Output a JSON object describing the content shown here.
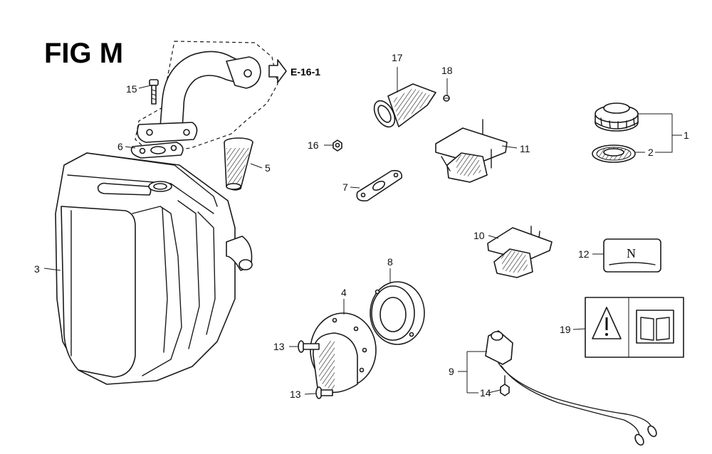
{
  "figure": {
    "title": "FIG M",
    "reference": "E-16-1"
  },
  "label_text": "N",
  "callouts": {
    "c1": "1",
    "c2": "2",
    "c3": "3",
    "c4": "4",
    "c5": "5",
    "c6": "6",
    "c7": "7",
    "c8": "8",
    "c9": "9",
    "c10": "10",
    "c11": "11",
    "c12": "12",
    "c13a": "13",
    "c13b": "13",
    "c14": "14",
    "c15": "15",
    "c16": "16",
    "c17": "17",
    "c18": "18",
    "c19": "19"
  }
}
